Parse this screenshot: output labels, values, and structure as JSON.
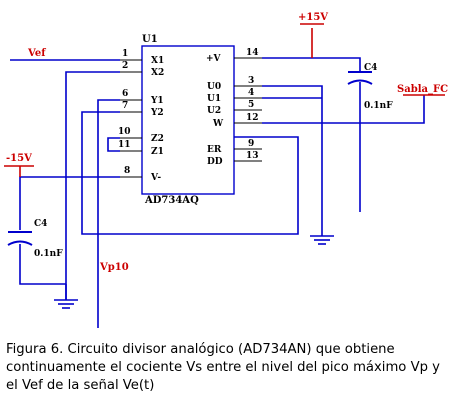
{
  "schematic": {
    "chip": {
      "ref": "U1",
      "part": "AD734AQ",
      "left_pins": [
        {
          "num": "1",
          "name": "X1"
        },
        {
          "num": "2",
          "name": "X2"
        },
        {
          "num": "6",
          "name": "Y1"
        },
        {
          "num": "7",
          "name": "Y2"
        },
        {
          "num": "10",
          "name": "Z2"
        },
        {
          "num": "11",
          "name": "Z1"
        },
        {
          "num": "8",
          "name": "V-"
        }
      ],
      "right_pins": [
        {
          "num": "14",
          "name": "+V"
        },
        {
          "num": "3",
          "name": "U0"
        },
        {
          "num": "4",
          "name": "U1"
        },
        {
          "num": "5",
          "name": "U2"
        },
        {
          "num": "12",
          "name": "W"
        },
        {
          "num": "9",
          "name": "ER"
        },
        {
          "num": "13",
          "name": "DD"
        }
      ]
    },
    "nets": {
      "vef": "Vef",
      "vp": "Vp10",
      "pos_supply": "+15V",
      "neg_supply": "-15V",
      "output": "Sabla_FC"
    },
    "capacitors": [
      {
        "ref": "C4",
        "value": "0.1nF"
      },
      {
        "ref": "C4",
        "value": "0.1nF"
      }
    ]
  },
  "caption": {
    "text": "Figura 6. Circuito divisor analógico (AD734AN) que obtiene continuamente el cociente Vs entre el nivel del pico máximo Vp y el Vef de la señal Ve(t)"
  }
}
